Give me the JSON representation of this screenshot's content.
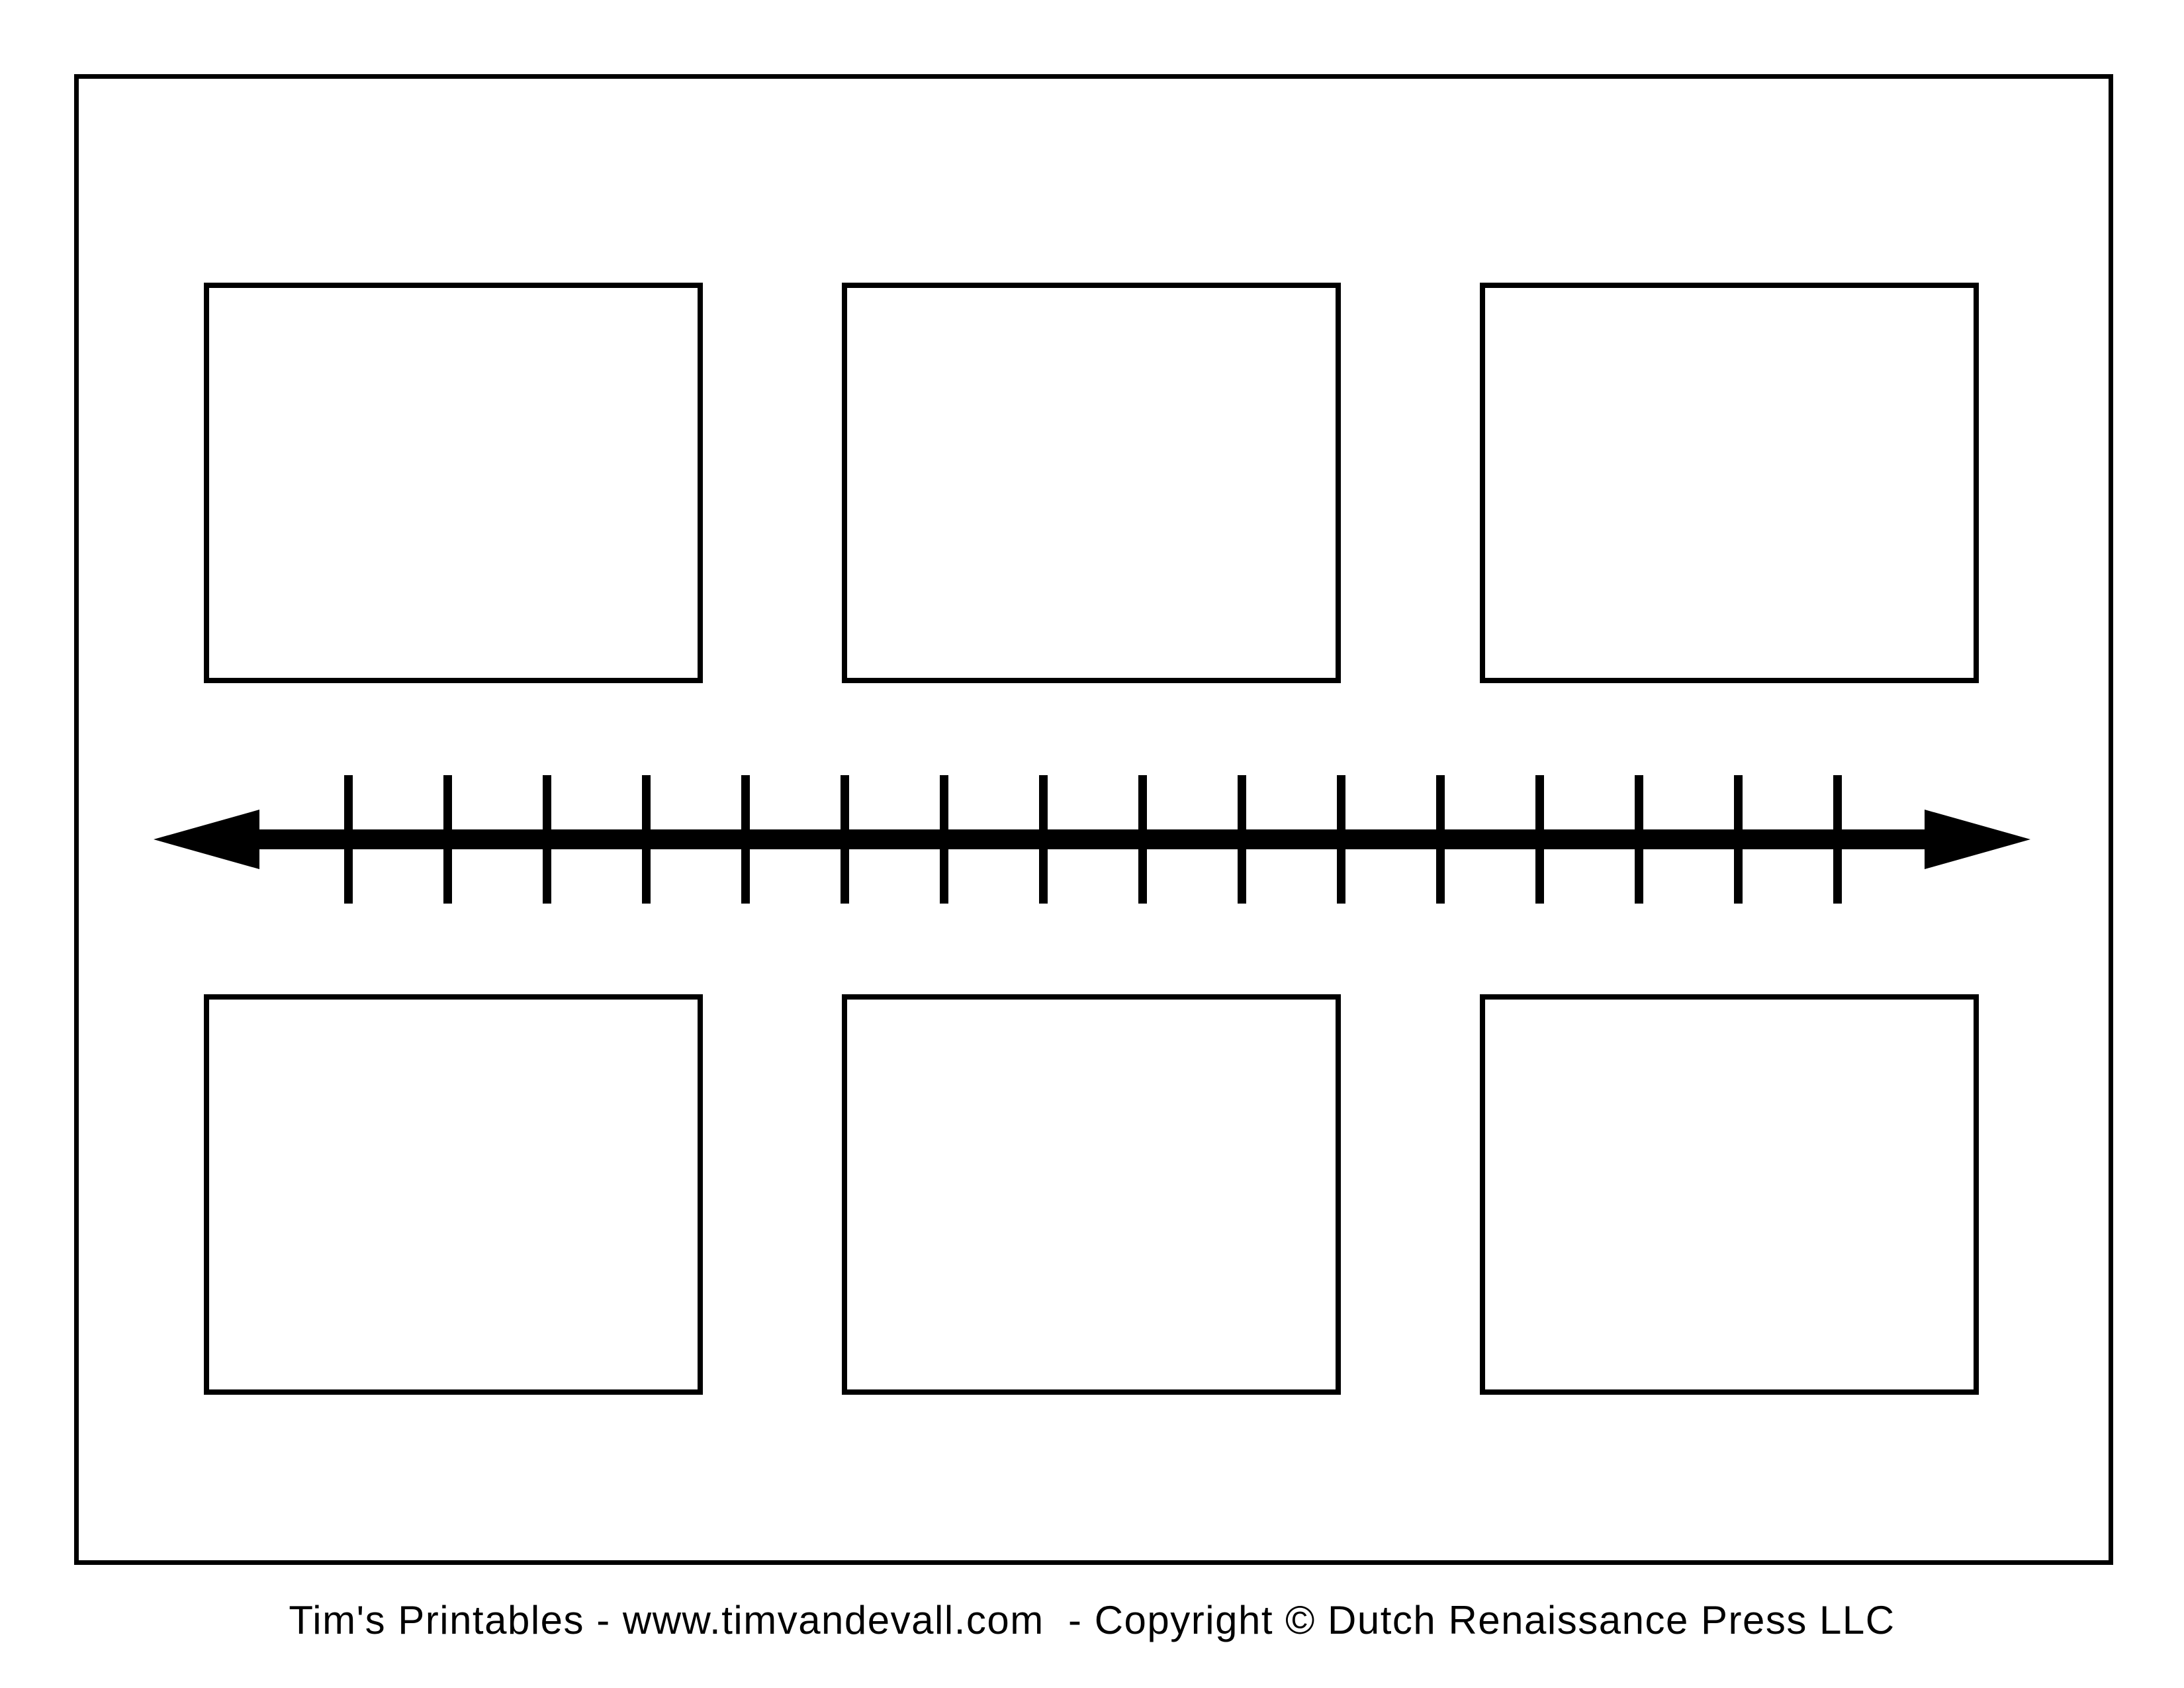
{
  "colors": {
    "ink": "#000000",
    "paper": "#ffffff"
  },
  "boxes": {
    "count": 6,
    "rows": 2,
    "columns": 3,
    "content": ""
  },
  "timeline": {
    "tick_count": 16,
    "style": "double-headed-arrow"
  },
  "footer": {
    "credit_line": "Tim's Printables - www.timvandevall.com  - Copyright © Dutch Renaissance Press LLC"
  }
}
